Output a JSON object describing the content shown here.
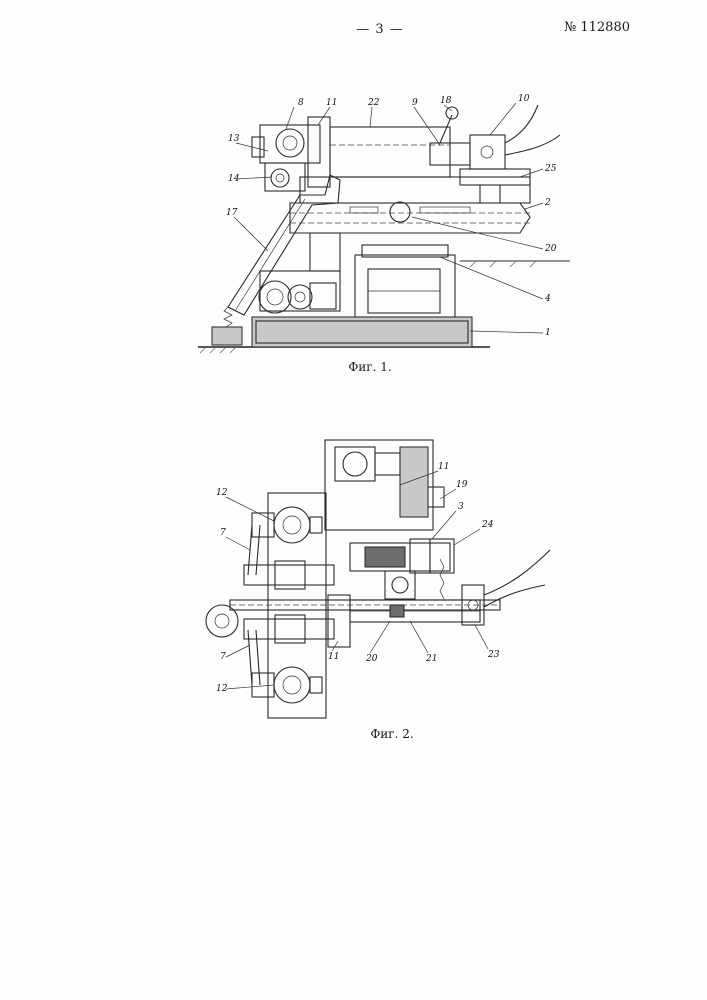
{
  "header": {
    "page_number": "— 3 —",
    "patent_number": "№ 112880"
  },
  "figure1": {
    "caption": "Фиг. 1.",
    "labels": [
      "8",
      "11",
      "22",
      "9",
      "18",
      "10",
      "13",
      "14",
      "25",
      "2",
      "17",
      "20",
      "4",
      "1"
    ]
  },
  "figure2": {
    "caption": "Фиг. 2.",
    "labels": [
      "11",
      "19",
      "3",
      "24",
      "12",
      "7",
      "7",
      "12",
      "11",
      "20",
      "21",
      "23"
    ]
  }
}
